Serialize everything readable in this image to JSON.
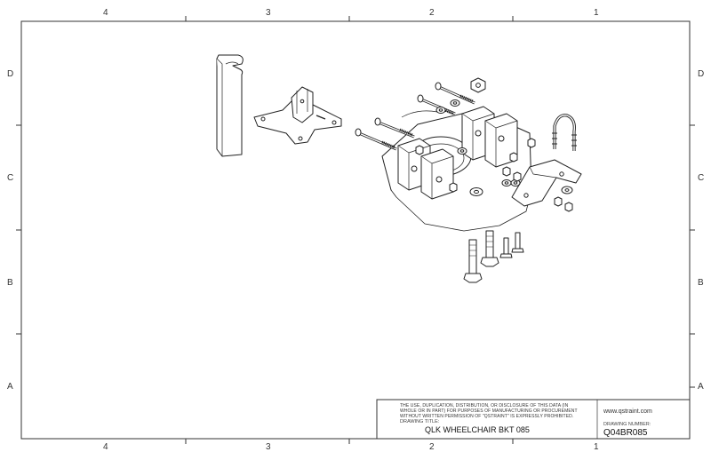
{
  "zones": {
    "columns_top": [
      "4",
      "3",
      "2",
      "1"
    ],
    "columns_bottom": [
      "4",
      "3",
      "2",
      "1"
    ],
    "rows_left": [
      "D",
      "C",
      "B",
      "A"
    ],
    "rows_right": [
      "D",
      "C",
      "B",
      "A"
    ]
  },
  "title_block": {
    "notice_lines": [
      "THE USE, DUPLICATION, DISTRIBUTION, OR DISCLOSURE OF THIS DATA (IN",
      "WHOLE OR IN PART) FOR PURPOSES OF MANUFACTURING OR PROCUREMENT",
      "WITHOUT WRITTEN PERMISSION OF \"QSTRAINT\" IS EXPRESSLY PROHIBITED."
    ],
    "drawing_title_label": "DRAWING TITLE:",
    "drawing_title": "QLK WHEELCHAIR BKT 085",
    "website": "www.qstraint.com",
    "drawing_number_label": "DRAWING NUMBER:",
    "drawing_number": "Q04BR085"
  }
}
